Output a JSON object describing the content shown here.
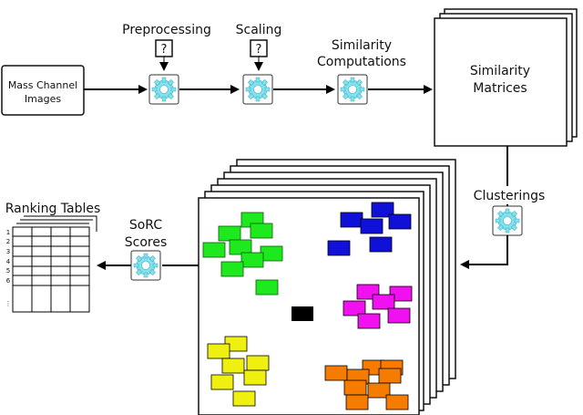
{
  "labels": {
    "mass_channel_line1": "Mass Channel",
    "mass_channel_line2": "Images",
    "preprocessing": "Preprocessing",
    "scaling": "Scaling",
    "similarity_comp_line1": "Similarity",
    "similarity_comp_line2": "Computations",
    "similarity_matrices_line1": "Similarity",
    "similarity_matrices_line2": "Matrices",
    "clusterings": "Clusterings",
    "sorc_line1": "SoRC",
    "sorc_line2": "Scores",
    "ranking_tables": "Ranking Tables",
    "question_mark": "?"
  },
  "ranking_rows": [
    "1",
    "2",
    "3",
    "4",
    "5",
    "6",
    "⋮"
  ],
  "colors": {
    "gear": "#7fe3f0",
    "green": "#1ee81e",
    "blue": "#1010d8",
    "magenta": "#f010f0",
    "yellow": "#f0f010",
    "orange": "#f57c00",
    "black": "#000000"
  },
  "icons": {
    "gear": "gear-icon",
    "question": "question-icon"
  }
}
